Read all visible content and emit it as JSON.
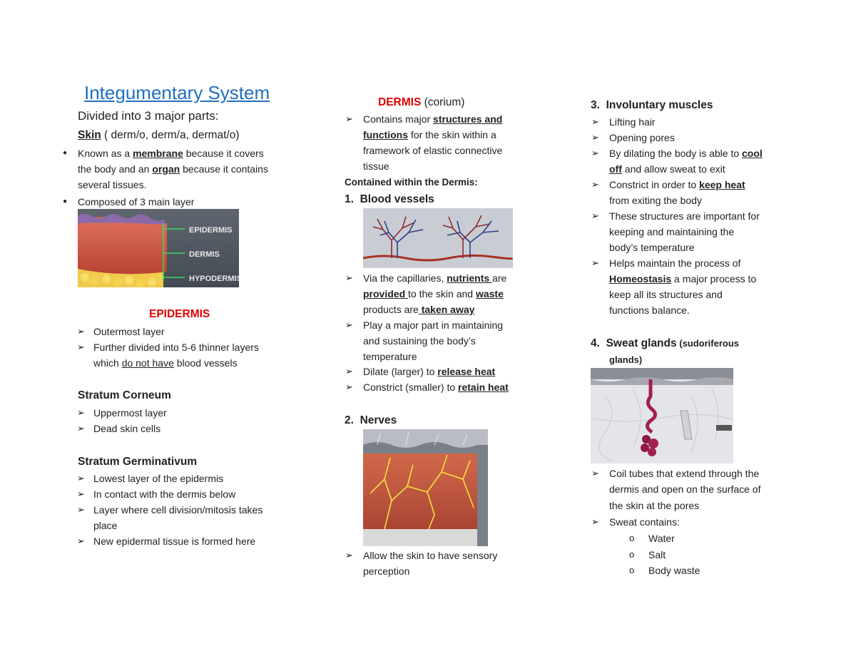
{
  "title": "Integumentary System",
  "subtitle": "Divided into 3 major parts:",
  "skin": {
    "label": "Skin",
    "rest": " ( derm/o, derm/a, dermat/o)",
    "b1": {
      "p1": "Known as a ",
      "u1": "membrane",
      "p2": " because it covers",
      "l2a": "the body and an ",
      "u2": "organ",
      "l2b": " because it contains",
      "l3": "several tissues."
    },
    "b2": "Composed of 3 main layer"
  },
  "layers": {
    "epidermis": "EPIDERMIS",
    "dermis": "DERMIS",
    "hypodermis": "HYPODERMIS"
  },
  "epidermis": {
    "heading": "EPIDERMIS",
    "items": [
      "Outermost layer",
      "Further divided into 5-6 thinner layers"
    ],
    "item2b": {
      "p1": "which ",
      "u1": "do not have",
      "p2": " blood vessels"
    }
  },
  "corneum": {
    "heading": "Stratum Corneum",
    "items": [
      "Uppermost layer",
      "Dead skin cells"
    ]
  },
  "germinativum": {
    "heading": "Stratum Germinativum",
    "items": [
      " Lowest layer of the epidermis",
      "In contact with the dermis below",
      "Layer where cell division/mitosis takes",
      "New epidermal tissue is formed here"
    ],
    "cont": "place"
  },
  "dermis": {
    "heading": "DERMIS",
    "sub": " (corium)",
    "c1": {
      "p1": "Contains major ",
      "u1": "structures and",
      "u2": "functions",
      "p2": " for the skin within a",
      "l3": "framework of elastic connective",
      "l4": "tissue"
    },
    "contained": "Contained within the Dermis:",
    "bv": {
      "num": "1.",
      "heading": "Blood vessels",
      "a1": {
        "p1": " Via the capillaries, ",
        "u1": "nutrients ",
        "p2": "are"
      },
      "a2": {
        "u1": "provided ",
        "p1": "to the skin and ",
        "u2": "waste"
      },
      "a3": {
        "p1": "products are",
        "u1": " taken away"
      },
      "b1": "Play a major part in maintaining",
      "b2": "and sustaining the body’s",
      "b3": "temperature",
      "c": {
        "p1": "Dilate (larger) to ",
        "u1": "release heat"
      },
      "d": {
        "p1": "Constrict (smaller) to ",
        "u1": "retain heat"
      }
    },
    "nerves": {
      "num": "2.",
      "heading": "Nerves",
      "a1": "Allow the skin to have sensory",
      "a2": "perception"
    }
  },
  "muscles": {
    "num": "3.",
    "heading": "Involuntary muscles",
    "i1": "Lifting hair",
    "i2": "Opening pores",
    "i3": {
      "p1": "By dilating the body is able to ",
      "u1": "cool",
      "u2": "off",
      "p2": " and allow sweat to exit"
    },
    "i4": {
      "p1": "Constrict in order to ",
      "u1": "keep heat",
      "l2": "from exiting the body"
    },
    "i5": {
      "l1": "These structures are important for",
      "l2": "keeping and maintaining the",
      "l3": "body’s temperature"
    },
    "i6": {
      "l1": "Helps maintain the process of",
      "u1": "Homeostasis",
      "p1": " a major process to",
      "l3": "keep all its structures and",
      "l4": "functions balance."
    }
  },
  "sweat": {
    "num": "4.",
    "heading": "Sweat glands",
    "sub1": " (sudoriferous",
    "sub2": "glands)",
    "i1": {
      "l1": "Coil tubes that extend through the",
      "l2": "dermis and open on the surface of",
      "l3": "the skin at the pores"
    },
    "i2": "Sweat contains:",
    "contents": [
      "Water",
      "Salt",
      "Body waste"
    ]
  },
  "glyphs": {
    "arrow": "➢",
    "bullet": "●",
    "circle": "o"
  },
  "colors": {
    "title": "#1f6fc2",
    "heading_red": "#e00000"
  }
}
